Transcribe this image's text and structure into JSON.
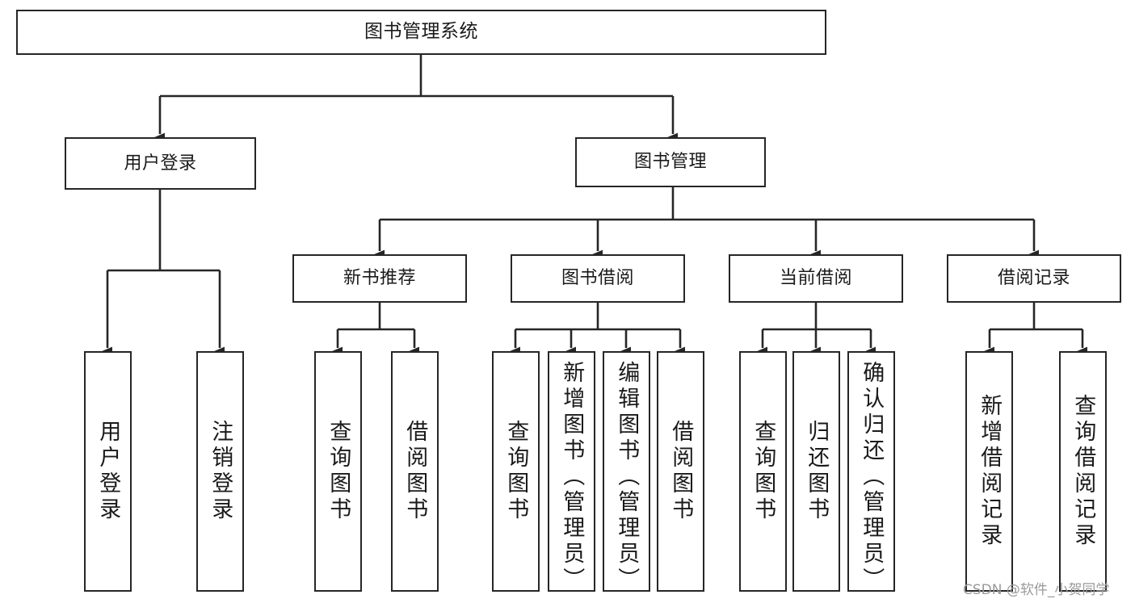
{
  "diagram": {
    "title": "图书管理系统",
    "type": "tree-hierarchy",
    "orientation": "top-down",
    "line_color": "#262626",
    "box_fill": "#ffffff",
    "box_border": "#262626",
    "root": {
      "label": "图书管理系统",
      "children": [
        {
          "label": "用户登录",
          "children": [
            {
              "label": "用户登录"
            },
            {
              "label": "注销登录"
            }
          ]
        },
        {
          "label": "图书管理",
          "children": [
            {
              "label": "新书推荐",
              "children": [
                {
                  "label": "查询图书"
                },
                {
                  "label": "借阅图书"
                }
              ]
            },
            {
              "label": "图书借阅",
              "children": [
                {
                  "label": "查询图书"
                },
                {
                  "label": "新增图书（管理员）"
                },
                {
                  "label": "编辑图书（管理员）"
                },
                {
                  "label": "借阅图书"
                }
              ]
            },
            {
              "label": "当前借阅",
              "children": [
                {
                  "label": "查询图书"
                },
                {
                  "label": "归还图书"
                },
                {
                  "label": "确认归还（管理员）"
                }
              ]
            },
            {
              "label": "借阅记录",
              "children": [
                {
                  "label": "新增借阅记录"
                },
                {
                  "label": "查询借阅记录"
                }
              ]
            }
          ]
        }
      ]
    },
    "nodes": {
      "root": "图书管理系统",
      "user_login": "用户登录",
      "book_manage": "图书管理",
      "new_book_rec": "新书推荐",
      "book_borrow": "图书借阅",
      "current_borrow": "当前借阅",
      "borrow_record": "借阅记录",
      "leaf_user_login": "用户登录",
      "leaf_logout": "注销登录",
      "leaf_nbr_query": "查询图书",
      "leaf_nbr_borrow": "借阅图书",
      "leaf_bb_query": "查询图书",
      "leaf_bb_add": "新增图书（管理员）",
      "leaf_bb_edit": "编辑图书（管理员）",
      "leaf_bb_borrow": "借阅图书",
      "leaf_cb_query": "查询图书",
      "leaf_cb_return": "归还图书",
      "leaf_cb_confirm": "确认归还（管理员）",
      "leaf_br_add": "新增借阅记录",
      "leaf_br_query": "查询借阅记录"
    }
  },
  "watermark": {
    "text": "CSDN @软件_小贺同学"
  }
}
